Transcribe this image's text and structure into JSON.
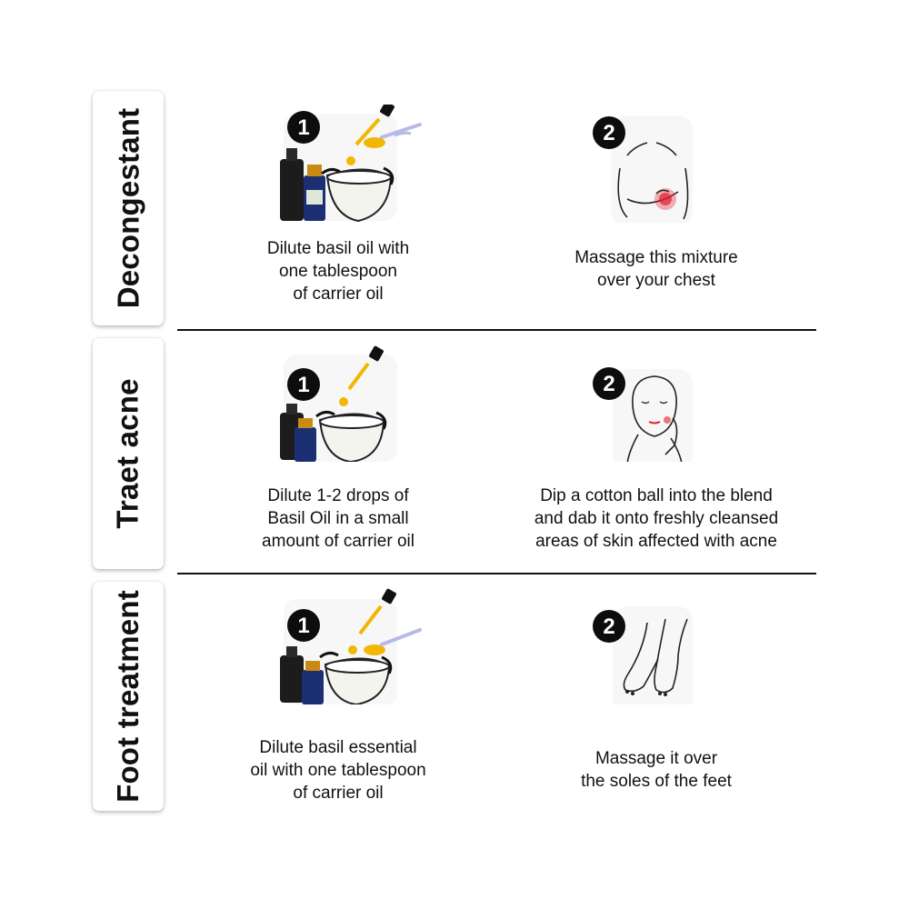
{
  "sections": [
    {
      "label": "Decongestant",
      "steps": [
        {
          "number": "1",
          "icon": "oil-dilution-icon",
          "lines": [
            "Dilute basil oil with",
            "one tablespoon",
            "of carrier oil"
          ]
        },
        {
          "number": "2",
          "icon": "chest-massage-icon",
          "lines": [
            "Massage this mixture",
            "over your chest"
          ]
        }
      ]
    },
    {
      "label": "Traet acne",
      "steps": [
        {
          "number": "1",
          "icon": "oil-dilution-icon",
          "lines": [
            "Dilute 1-2 drops of",
            "Basil Oil in a small",
            "amount of carrier oil"
          ]
        },
        {
          "number": "2",
          "icon": "face-cotton-ball-icon",
          "lines": [
            "Dip a cotton ball into the blend",
            "and dab it onto freshly cleansed",
            "areas of skin affected with acne"
          ]
        }
      ]
    },
    {
      "label": "Foot treatment",
      "steps": [
        {
          "number": "1",
          "icon": "oil-dilution-icon",
          "lines": [
            "Dilute basil essential",
            "oil with one tablespoon",
            "of carrier oil"
          ]
        },
        {
          "number": "2",
          "icon": "feet-massage-icon",
          "lines": [
            "Massage it over",
            "the soles of the feet"
          ]
        }
      ]
    }
  ],
  "colors": {
    "badge": "#0d0d0d",
    "oil": "#f2b705",
    "bottle_dark": "#1c1c1c",
    "bottle_blue": "#1c2f73",
    "accent_red": "#e0202c"
  }
}
